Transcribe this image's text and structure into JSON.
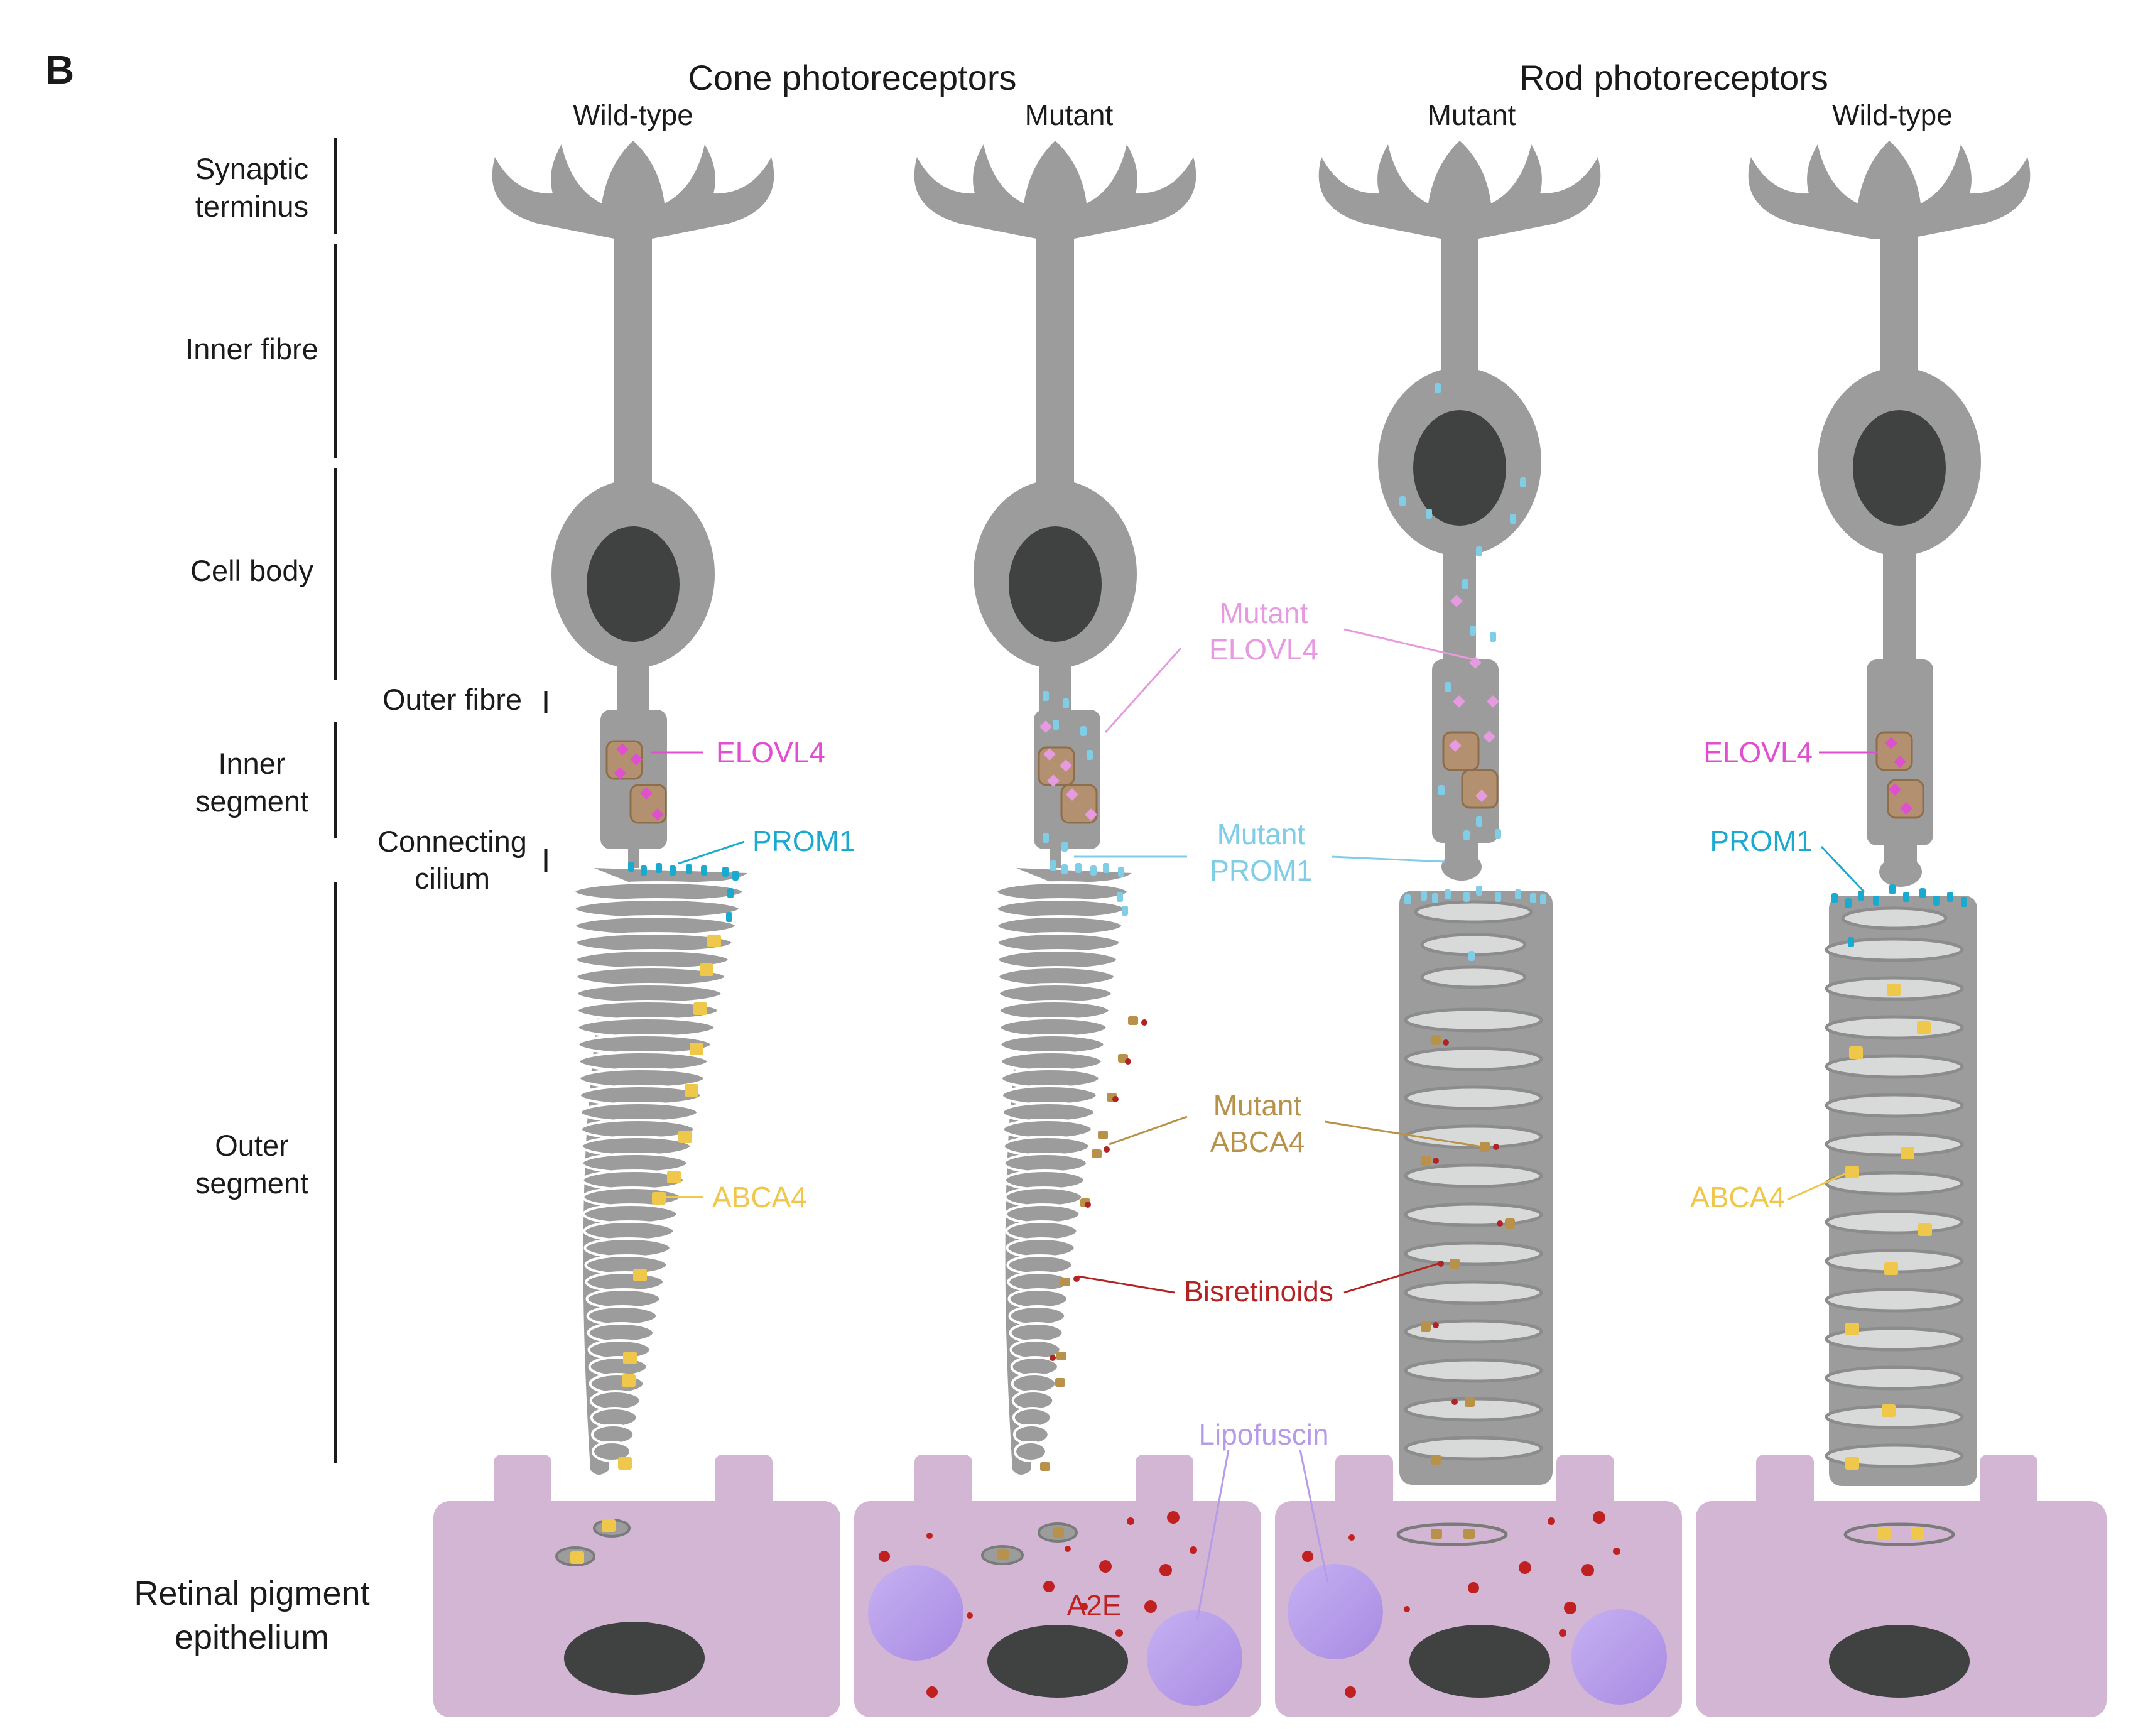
{
  "panel_letter": "B",
  "headers": {
    "cone": "Cone photoreceptors",
    "rod": "Rod photoreceptors",
    "cone_wt": "Wild-type",
    "cone_mut": "Mutant",
    "rod_mut": "Mutant",
    "rod_wt": "Wild-type"
  },
  "side_labels": {
    "synaptic_1": "Synaptic",
    "synaptic_2": "terminus",
    "inner_fibre": "Inner fibre",
    "cell_body": "Cell body",
    "outer_fibre": "Outer fibre",
    "inner_seg_1": "Inner",
    "inner_seg_2": "segment",
    "cilium_1": "Connecting",
    "cilium_2": "cilium",
    "outer_seg_1": "Outer",
    "outer_seg_2": "segment",
    "rpe_1": "Retinal pigment",
    "rpe_2": "epithelium"
  },
  "annotations": {
    "elovl4_cone": "ELOVL4",
    "prom1_cone": "PROM1",
    "abca4_cone": "ABCA4",
    "mut_elovl4_1": "Mutant",
    "mut_elovl4_2": "ELOVL4",
    "mut_prom1_1": "Mutant",
    "mut_prom1_2": "PROM1",
    "mut_abca4_1": "Mutant",
    "mut_abca4_2": "ABCA4",
    "bisretinoids": "Bisretinoids",
    "lipofuscin": "Lipofuscin",
    "a2e": "A2E",
    "elovl4_rod": "ELOVL4",
    "prom1_rod": "PROM1",
    "abca4_rod": "ABCA4"
  },
  "colors": {
    "cell": "#9c9c9c",
    "nucleus": "#3f4241",
    "rpe": "#d2b6d4",
    "lipofuscin": "#b59be8",
    "elovl4": "#e04fd0",
    "elovl4_mutant": "#e69ae0",
    "prom1": "#1aa9cf",
    "prom1_mutant": "#7fcde6",
    "abca4": "#efc74a",
    "abca4_mutant": "#b8924a",
    "bisretinoids": "#b22424",
    "a2e": "#c02020"
  }
}
